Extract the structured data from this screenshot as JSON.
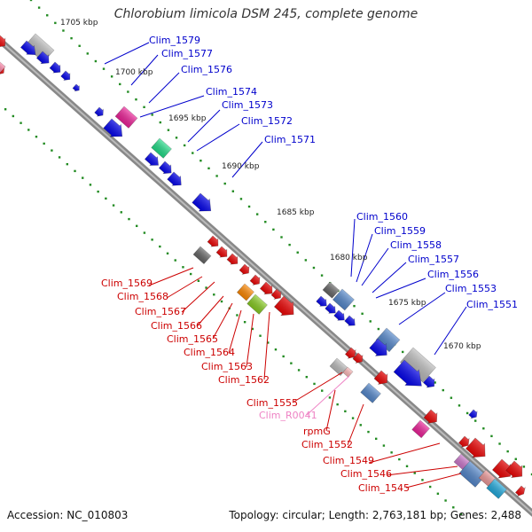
{
  "title": "Chlorobium limicola DSM 245, complete genome",
  "footer": {
    "accession": "Accession: NC_010803",
    "topology": "Topology: circular; Length: 2,763,181 bp; Genes: 2,488"
  },
  "colors": {
    "forward_gene": "#0000ee",
    "reverse_gene": "#ee0000",
    "grey_gene": "#999999",
    "backbone": "#7a7a7a",
    "tick_dots": "#228b22",
    "blue_label": "#0000cc",
    "red_label": "#cc0000",
    "pink_label": "#ee82c4"
  },
  "ticks": [
    "1705 kbp",
    "1700 kbp",
    "1695 kbp",
    "1690 kbp",
    "1685 kbp",
    "1680 kbp",
    "1675 kbp",
    "1670 kbp"
  ],
  "top_labels": [
    "Clim_1579",
    "Clim_1577",
    "Clim_1576",
    "Clim_1574",
    "Clim_1573",
    "Clim_1572",
    "Clim_1571",
    "Clim_1560",
    "Clim_1559",
    "Clim_1558",
    "Clim_1557",
    "Clim_1556",
    "Clim_1553",
    "Clim_1551"
  ],
  "bottom_labels": [
    "Clim_1569",
    "Clim_1568",
    "Clim_1567",
    "Clim_1566",
    "Clim_1565",
    "Clim_1564",
    "Clim_1563",
    "Clim_1562",
    "Clim_1555",
    "Clim_R0041",
    "rpmG",
    "Clim_1552",
    "Clim_1549",
    "Clim_1546",
    "Clim_1545"
  ]
}
